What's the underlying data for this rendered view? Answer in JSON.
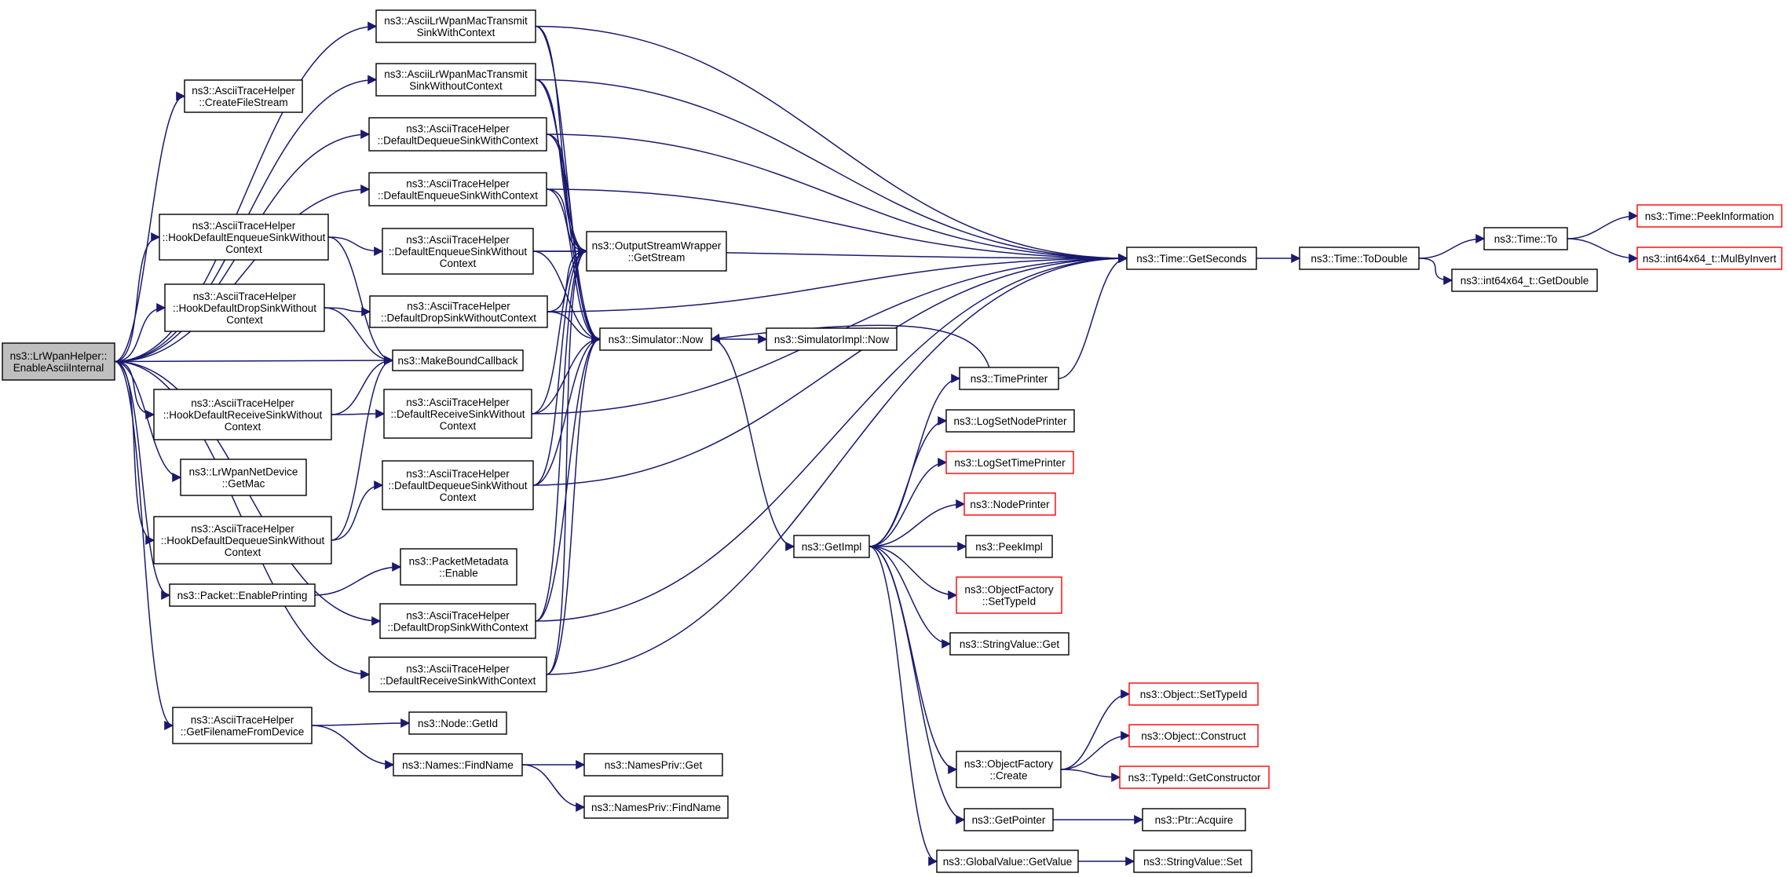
{
  "graph": {
    "nodes": [
      {
        "id": "root",
        "lines": [
          "ns3::LrWpanHelper::",
          "EnableAsciiInternal"
        ],
        "style": "root"
      },
      {
        "id": "mac_tx_with",
        "lines": [
          "ns3::AsciiLrWpanMacTransmit",
          "SinkWithContext"
        ]
      },
      {
        "id": "mac_tx_without",
        "lines": [
          "ns3::AsciiLrWpanMacTransmit",
          "SinkWithoutContext"
        ]
      },
      {
        "id": "create_file",
        "lines": [
          "ns3::AsciiTraceHelper",
          "::CreateFileStream"
        ]
      },
      {
        "id": "deq_with",
        "lines": [
          "ns3::AsciiTraceHelper",
          "::DefaultDequeueSinkWithContext"
        ]
      },
      {
        "id": "enq_with",
        "lines": [
          "ns3::AsciiTraceHelper",
          "::DefaultEnqueueSinkWithContext"
        ]
      },
      {
        "id": "hook_enq",
        "lines": [
          "ns3::AsciiTraceHelper",
          "::HookDefaultEnqueueSinkWithout",
          "Context"
        ]
      },
      {
        "id": "enq_without",
        "lines": [
          "ns3::AsciiTraceHelper",
          "::DefaultEnqueueSinkWithout",
          "Context"
        ]
      },
      {
        "id": "get_stream",
        "lines": [
          "ns3::OutputStreamWrapper",
          "::GetStream"
        ]
      },
      {
        "id": "hook_drop",
        "lines": [
          "ns3::AsciiTraceHelper",
          "::HookDefaultDropSinkWithout",
          "Context"
        ]
      },
      {
        "id": "drop_without",
        "lines": [
          "ns3::AsciiTraceHelper",
          "::DefaultDropSinkWithoutContext"
        ]
      },
      {
        "id": "sim_now",
        "lines": [
          "ns3::Simulator::Now"
        ]
      },
      {
        "id": "simimpl_now",
        "lines": [
          "ns3::SimulatorImpl::Now"
        ]
      },
      {
        "id": "make_bound",
        "lines": [
          "ns3::MakeBoundCallback"
        ]
      },
      {
        "id": "hook_recv",
        "lines": [
          "ns3::AsciiTraceHelper",
          "::HookDefaultReceiveSinkWithout",
          "Context"
        ]
      },
      {
        "id": "recv_without",
        "lines": [
          "ns3::AsciiTraceHelper",
          "::DefaultReceiveSinkWithout",
          "Context"
        ]
      },
      {
        "id": "get_mac",
        "lines": [
          "ns3::LrWpanNetDevice",
          "::GetMac"
        ]
      },
      {
        "id": "hook_deq",
        "lines": [
          "ns3::AsciiTraceHelper",
          "::HookDefaultDequeueSinkWithout",
          "Context"
        ]
      },
      {
        "id": "deq_without",
        "lines": [
          "ns3::AsciiTraceHelper",
          "::DefaultDequeueSinkWithout",
          "Context"
        ]
      },
      {
        "id": "pkt_enable",
        "lines": [
          "ns3::Packet::EnablePrinting"
        ]
      },
      {
        "id": "pktmeta_enable",
        "lines": [
          "ns3::PacketMetadata",
          "::Enable"
        ]
      },
      {
        "id": "drop_with",
        "lines": [
          "ns3::AsciiTraceHelper",
          "::DefaultDropSinkWithContext"
        ]
      },
      {
        "id": "recv_with",
        "lines": [
          "ns3::AsciiTraceHelper",
          "::DefaultReceiveSinkWithContext"
        ]
      },
      {
        "id": "get_filename",
        "lines": [
          "ns3::AsciiTraceHelper",
          "::GetFilenameFromDevice"
        ]
      },
      {
        "id": "node_getid",
        "lines": [
          "ns3::Node::GetId"
        ]
      },
      {
        "id": "names_find",
        "lines": [
          "ns3::Names::FindName"
        ]
      },
      {
        "id": "namespriv_get",
        "lines": [
          "ns3::NamesPriv::Get"
        ]
      },
      {
        "id": "namespriv_find",
        "lines": [
          "ns3::NamesPriv::FindName"
        ]
      },
      {
        "id": "time_getseconds",
        "lines": [
          "ns3::Time::GetSeconds"
        ]
      },
      {
        "id": "time_todouble",
        "lines": [
          "ns3::Time::ToDouble"
        ]
      },
      {
        "id": "time_to",
        "lines": [
          "ns3::Time::To"
        ]
      },
      {
        "id": "time_peekinfo",
        "lines": [
          "ns3::Time::PeekInformation"
        ],
        "style": "red"
      },
      {
        "id": "mulbyinvert",
        "lines": [
          "ns3::int64x64_t::MulByInvert"
        ],
        "style": "red"
      },
      {
        "id": "getdouble",
        "lines": [
          "ns3::int64x64_t::GetDouble"
        ]
      },
      {
        "id": "time_printer",
        "lines": [
          "ns3::TimePrinter"
        ]
      },
      {
        "id": "log_node_printer",
        "lines": [
          "ns3::LogSetNodePrinter"
        ]
      },
      {
        "id": "log_time_printer",
        "lines": [
          "ns3::LogSetTimePrinter"
        ],
        "style": "red"
      },
      {
        "id": "node_printer",
        "lines": [
          "ns3::NodePrinter"
        ],
        "style": "red"
      },
      {
        "id": "get_impl",
        "lines": [
          "ns3::GetImpl"
        ]
      },
      {
        "id": "peek_impl",
        "lines": [
          "ns3::PeekImpl"
        ]
      },
      {
        "id": "of_settypeid",
        "lines": [
          "ns3::ObjectFactory",
          "::SetTypeId"
        ],
        "style": "red"
      },
      {
        "id": "stringvalue_get",
        "lines": [
          "ns3::StringValue::Get"
        ]
      },
      {
        "id": "object_settypeid",
        "lines": [
          "ns3::Object::SetTypeId"
        ],
        "style": "red"
      },
      {
        "id": "object_construct",
        "lines": [
          "ns3::Object::Construct"
        ],
        "style": "red"
      },
      {
        "id": "of_create",
        "lines": [
          "ns3::ObjectFactory",
          "::Create"
        ]
      },
      {
        "id": "typeid_getconstructor",
        "lines": [
          "ns3::TypeId::GetConstructor"
        ],
        "style": "red"
      },
      {
        "id": "get_pointer",
        "lines": [
          "ns3::GetPointer"
        ]
      },
      {
        "id": "ptr_acquire",
        "lines": [
          "ns3::Ptr::Acquire"
        ]
      },
      {
        "id": "globalvalue_get",
        "lines": [
          "ns3::GlobalValue::GetValue"
        ]
      },
      {
        "id": "stringvalue_set",
        "lines": [
          "ns3::StringValue::Set"
        ]
      }
    ],
    "edges": [
      [
        "root",
        "mac_tx_with"
      ],
      [
        "root",
        "mac_tx_without"
      ],
      [
        "root",
        "create_file"
      ],
      [
        "root",
        "deq_with"
      ],
      [
        "root",
        "enq_with"
      ],
      [
        "root",
        "hook_enq"
      ],
      [
        "root",
        "hook_drop"
      ],
      [
        "root",
        "make_bound"
      ],
      [
        "root",
        "hook_recv"
      ],
      [
        "root",
        "get_mac"
      ],
      [
        "root",
        "hook_deq"
      ],
      [
        "root",
        "pkt_enable"
      ],
      [
        "root",
        "drop_with"
      ],
      [
        "root",
        "recv_with"
      ],
      [
        "root",
        "get_filename"
      ],
      [
        "mac_tx_with",
        "time_getseconds"
      ],
      [
        "mac_tx_with",
        "get_stream"
      ],
      [
        "mac_tx_with",
        "sim_now"
      ],
      [
        "mac_tx_without",
        "time_getseconds"
      ],
      [
        "mac_tx_without",
        "get_stream"
      ],
      [
        "mac_tx_without",
        "sim_now"
      ],
      [
        "deq_with",
        "time_getseconds"
      ],
      [
        "deq_with",
        "get_stream"
      ],
      [
        "deq_with",
        "sim_now"
      ],
      [
        "enq_with",
        "time_getseconds"
      ],
      [
        "enq_with",
        "get_stream"
      ],
      [
        "enq_with",
        "sim_now"
      ],
      [
        "hook_enq",
        "enq_without"
      ],
      [
        "hook_enq",
        "make_bound"
      ],
      [
        "enq_without",
        "time_getseconds"
      ],
      [
        "enq_without",
        "get_stream"
      ],
      [
        "enq_without",
        "sim_now"
      ],
      [
        "hook_drop",
        "drop_without"
      ],
      [
        "hook_drop",
        "make_bound"
      ],
      [
        "drop_without",
        "time_getseconds"
      ],
      [
        "drop_without",
        "get_stream"
      ],
      [
        "drop_without",
        "sim_now"
      ],
      [
        "hook_recv",
        "recv_without"
      ],
      [
        "hook_recv",
        "make_bound"
      ],
      [
        "recv_without",
        "time_getseconds"
      ],
      [
        "recv_without",
        "get_stream"
      ],
      [
        "recv_without",
        "sim_now"
      ],
      [
        "hook_deq",
        "deq_without"
      ],
      [
        "hook_deq",
        "make_bound"
      ],
      [
        "deq_without",
        "time_getseconds"
      ],
      [
        "deq_without",
        "get_stream"
      ],
      [
        "deq_without",
        "sim_now"
      ],
      [
        "pkt_enable",
        "pktmeta_enable"
      ],
      [
        "drop_with",
        "time_getseconds"
      ],
      [
        "drop_with",
        "get_stream"
      ],
      [
        "drop_with",
        "sim_now"
      ],
      [
        "recv_with",
        "time_getseconds"
      ],
      [
        "recv_with",
        "get_stream"
      ],
      [
        "recv_with",
        "sim_now"
      ],
      [
        "get_filename",
        "node_getid"
      ],
      [
        "get_filename",
        "names_find"
      ],
      [
        "names_find",
        "namespriv_get"
      ],
      [
        "names_find",
        "namespriv_find"
      ],
      [
        "sim_now",
        "simimpl_now"
      ],
      [
        "sim_now",
        "get_impl"
      ],
      [
        "time_getseconds",
        "time_todouble"
      ],
      [
        "time_todouble",
        "time_to"
      ],
      [
        "time_todouble",
        "getdouble"
      ],
      [
        "time_to",
        "time_peekinfo"
      ],
      [
        "time_to",
        "mulbyinvert"
      ],
      [
        "time_printer",
        "sim_now"
      ],
      [
        "time_printer",
        "time_getseconds"
      ],
      [
        "get_impl",
        "time_printer"
      ],
      [
        "get_impl",
        "log_node_printer"
      ],
      [
        "get_impl",
        "log_time_printer"
      ],
      [
        "get_impl",
        "node_printer"
      ],
      [
        "get_impl",
        "peek_impl"
      ],
      [
        "get_impl",
        "of_settypeid"
      ],
      [
        "get_impl",
        "stringvalue_get"
      ],
      [
        "get_impl",
        "of_create"
      ],
      [
        "get_impl",
        "get_pointer"
      ],
      [
        "get_impl",
        "globalvalue_get"
      ],
      [
        "of_create",
        "object_settypeid"
      ],
      [
        "of_create",
        "object_construct"
      ],
      [
        "of_create",
        "typeid_getconstructor"
      ],
      [
        "get_pointer",
        "ptr_acquire"
      ],
      [
        "globalvalue_get",
        "stringvalue_set"
      ]
    ]
  }
}
